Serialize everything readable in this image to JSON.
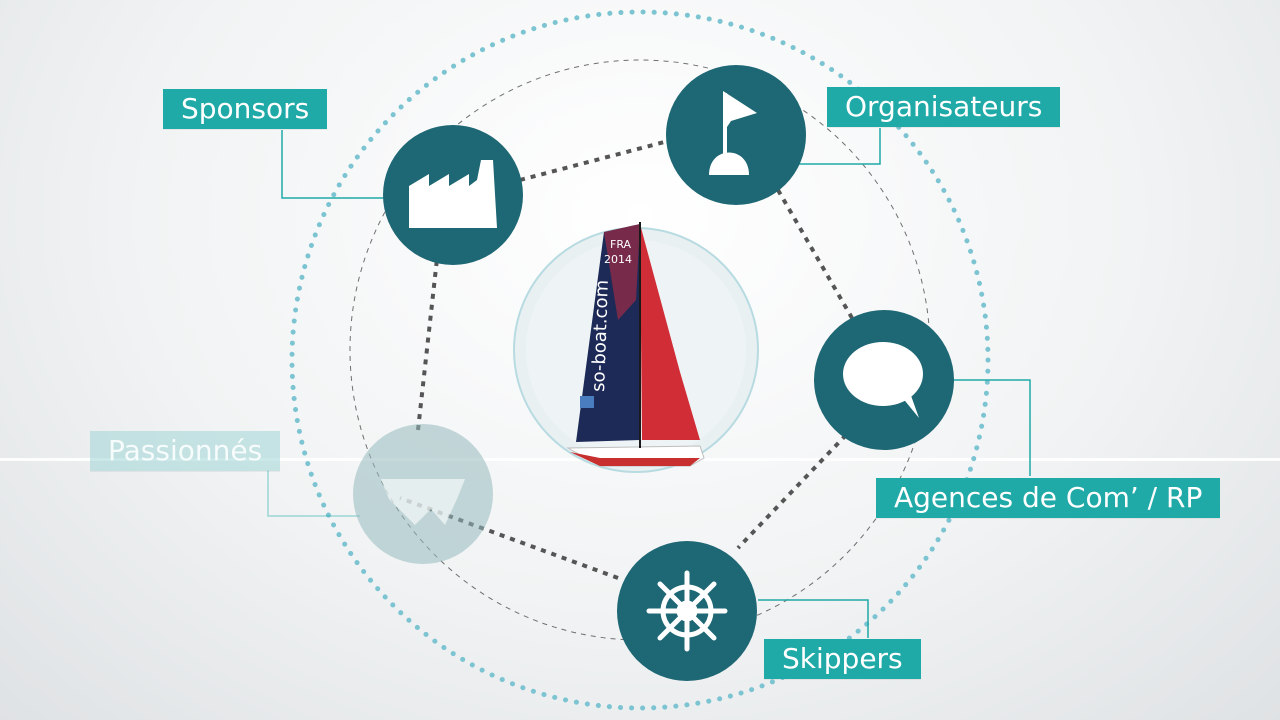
{
  "diagram": {
    "colors": {
      "accent": "#1fa9a7",
      "node": "#1e6774",
      "dots": "#7cc4d2",
      "dashed": "#555555"
    },
    "center": {
      "boat_icon": "sailboat-icon",
      "sail_texts": [
        "FRA",
        "2014",
        "so-boat.com"
      ]
    },
    "nodes": [
      {
        "id": "sponsors",
        "label": "Sponsors",
        "icon": "factory-icon",
        "faded": false
      },
      {
        "id": "organisateurs",
        "label": "Organisateurs",
        "icon": "buoy-flag-icon",
        "faded": false
      },
      {
        "id": "agences",
        "label": "Agences de Com’ / RP",
        "icon": "speech-bubble-icon",
        "faded": false
      },
      {
        "id": "skippers",
        "label": "Skippers",
        "icon": "ship-wheel-icon",
        "faded": false
      },
      {
        "id": "passionnes",
        "label": "Passionnés",
        "icon": "sailor-hat-icon",
        "faded": true
      }
    ]
  }
}
